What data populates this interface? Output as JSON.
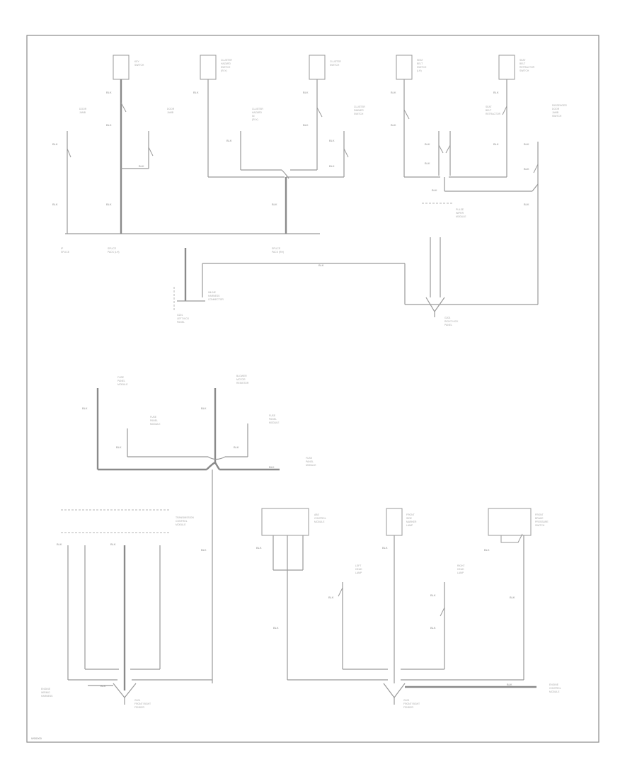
{
  "diagram": {
    "code": "W00000",
    "components_top": [
      {
        "id": "c1",
        "lines": [
          "KEY",
          "SWITCH"
        ]
      },
      {
        "id": "c2",
        "lines": [
          "CLUSTER",
          "HAZARD",
          "SWITCH",
          "(RLY)"
        ]
      },
      {
        "id": "c3",
        "lines": [
          "CLUSTER",
          "SWITCH"
        ]
      },
      {
        "id": "c4",
        "lines": [
          "SEAT",
          "BELT",
          "SWITCH",
          "(LH)"
        ]
      },
      {
        "id": "c5",
        "lines": [
          "SEAT",
          "BELT",
          "RETRACTOR",
          "SWITCH"
        ]
      }
    ],
    "switch_labels": [
      {
        "id": "s1",
        "lines": [
          "DOOR",
          "JAMB"
        ]
      },
      {
        "id": "s2",
        "lines": [
          "DOOR",
          "JAMB"
        ]
      },
      {
        "id": "s3",
        "lines": [
          "CLUSTER",
          "HAZARD",
          "IN",
          "(RLY)"
        ]
      },
      {
        "id": "s4",
        "lines": [
          "CLUSTER",
          "DIMMER",
          "SWITCH"
        ]
      },
      {
        "id": "s5",
        "lines": [
          "SEAT",
          "BELT",
          "RETRACTOR"
        ]
      },
      {
        "id": "s6",
        "lines": [
          "PASSENGER",
          "DOOR",
          "JAMB",
          "SWITCH"
        ]
      },
      {
        "id": "s7",
        "lines": [
          "PULSE",
          "WIPER",
          "MODULE"
        ]
      }
    ],
    "splices": [
      {
        "id": "sp1",
        "lines": [
          "IP",
          "SPLICE"
        ]
      },
      {
        "id": "sp2",
        "lines": [
          "SPLICE",
          "PACK (LH)"
        ]
      },
      {
        "id": "sp3",
        "lines": [
          "SPLICE",
          "PACK (RH)"
        ]
      },
      {
        "id": "sp4",
        "lines": [
          "INLINE",
          "HARNESS",
          "CONNECTOR"
        ]
      }
    ],
    "grounds": [
      {
        "id": "g1",
        "lines": [
          "G201",
          "LEFT KICK",
          "PANEL"
        ]
      },
      {
        "id": "g2",
        "lines": [
          "G203",
          "RIGHT KICK",
          "PANEL"
        ]
      },
      {
        "id": "g3",
        "lines": [
          "G101",
          "FRONT RIGHT",
          "FENDER"
        ]
      },
      {
        "id": "g4",
        "lines": [
          "G102",
          "FRONT RIGHT",
          "FENDER"
        ]
      }
    ],
    "modules_mid": [
      {
        "id": "m1",
        "lines": [
          "FUSE",
          "PANEL",
          "MODULE"
        ]
      },
      {
        "id": "m2",
        "lines": [
          "BLOWER",
          "MOTOR",
          "RESISTOR"
        ]
      },
      {
        "id": "m3",
        "lines": [
          "FUSE",
          "PANEL",
          "MODULE"
        ]
      },
      {
        "id": "m4",
        "lines": [
          "FUSE",
          "PANEL",
          "MODULE"
        ]
      },
      {
        "id": "m5",
        "lines": [
          "FUSE",
          "PANEL",
          "MODULE"
        ]
      }
    ],
    "components_bottom": [
      {
        "id": "b1",
        "lines": [
          "TRANSMISSION",
          "CONTROL",
          "MODULE"
        ]
      },
      {
        "id": "b2",
        "lines": [
          "ABS",
          "CONTROL",
          "MODULE"
        ]
      },
      {
        "id": "b3",
        "lines": [
          "FRONT",
          "SIDE",
          "MARKER",
          "LAMP"
        ]
      },
      {
        "id": "b4",
        "lines": [
          "FRONT",
          "BRAKE",
          "PRESSURE",
          "SWITCH"
        ]
      },
      {
        "id": "b5",
        "lines": [
          "LEFT",
          "HEAD",
          "LAMP"
        ]
      },
      {
        "id": "b6",
        "lines": [
          "RIGHT",
          "HEAD",
          "LAMP"
        ]
      },
      {
        "id": "b7",
        "lines": [
          "ENGINE",
          "WIRING",
          "HARNESS"
        ]
      },
      {
        "id": "b8",
        "lines": [
          "ENGINE",
          "CONTROL",
          "MODULE"
        ]
      }
    ],
    "wire_codes": [
      "BLK",
      "BLK",
      "BLK",
      "BLK",
      "BLK"
    ]
  }
}
